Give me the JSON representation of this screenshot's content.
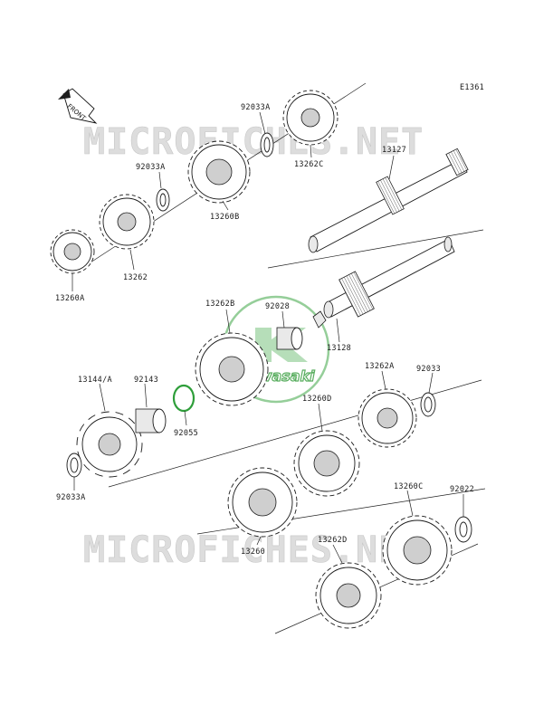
{
  "diagram": {
    "code": "E1361",
    "front_label": "FRONT",
    "watermark": "MICROFICHES.NET",
    "brand": "Kawasaki"
  },
  "parts": [
    {
      "id": "p_92033A_a",
      "label": "92033A"
    },
    {
      "id": "p_13262C",
      "label": "13262C"
    },
    {
      "id": "p_13127",
      "label": "13127"
    },
    {
      "id": "p_92033A_b",
      "label": "92033A"
    },
    {
      "id": "p_13260B",
      "label": "13260B"
    },
    {
      "id": "p_13262",
      "label": "13262"
    },
    {
      "id": "p_13260A",
      "label": "13260A"
    },
    {
      "id": "p_13262B",
      "label": "13262B"
    },
    {
      "id": "p_92028",
      "label": "92028"
    },
    {
      "id": "p_13128",
      "label": "13128"
    },
    {
      "id": "p_13144A",
      "label": "13144/A"
    },
    {
      "id": "p_92143",
      "label": "92143"
    },
    {
      "id": "p_92055",
      "label": "92055"
    },
    {
      "id": "p_92033A_c",
      "label": "92033A"
    },
    {
      "id": "p_13262A",
      "label": "13262A"
    },
    {
      "id": "p_92033",
      "label": "92033"
    },
    {
      "id": "p_13260D",
      "label": "13260D"
    },
    {
      "id": "p_13260",
      "label": "13260"
    },
    {
      "id": "p_13260C",
      "label": "13260C"
    },
    {
      "id": "p_92022",
      "label": "92022"
    },
    {
      "id": "p_13262D",
      "label": "13262D"
    }
  ]
}
